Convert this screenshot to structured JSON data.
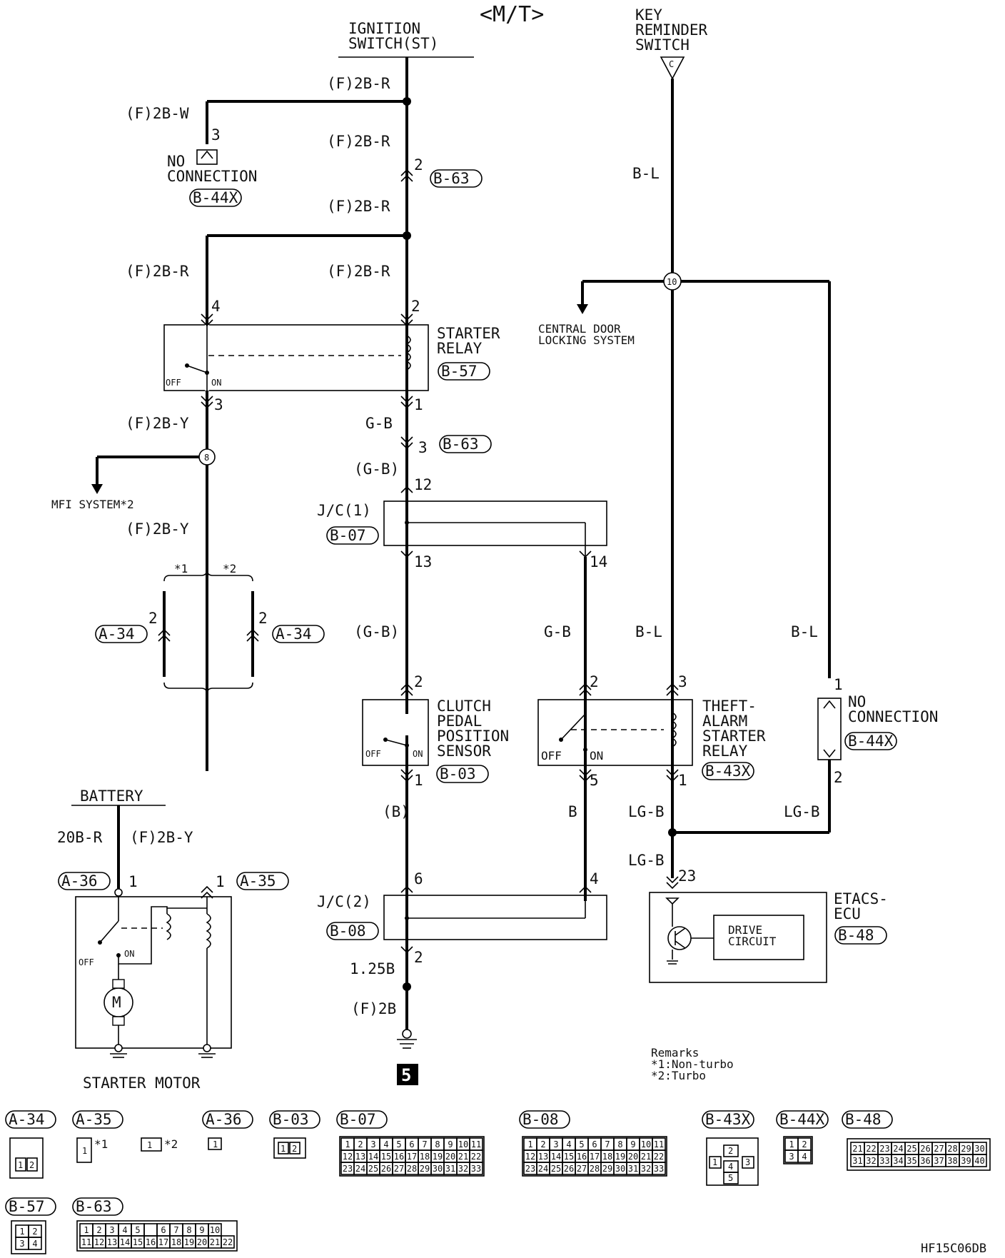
{
  "title": "<M/T>",
  "figure_code": "HF15C06DB",
  "ground_number": "5",
  "labels": {
    "ignition_switch": "IGNITION\nSWITCH(ST)",
    "key_reminder_switch": "KEY\nREMINDER\nSWITCH",
    "key_reminder_terminal": "C",
    "no_connection_top": "NO\nCONNECTION",
    "no_connection_right": "NO\nCONNECTION",
    "starter_relay": "STARTER\nRELAY",
    "central_door_locking": "CENTRAL DOOR\nLOCKING SYSTEM",
    "mfi_system": "MFI SYSTEM*2",
    "jc1": "J/C(1)",
    "jc2": "J/C(2)",
    "clutch_sensor": "CLUTCH\nPEDAL\nPOSITION\nSENSOR",
    "theft_alarm_relay": "THEFT-\nALARM\nSTARTER\nRELAY",
    "battery": "BATTERY",
    "starter_motor": "STARTER MOTOR",
    "etacs_ecu": "ETACS-\nECU",
    "drive_circuit": "DRIVE\nCIRCUIT",
    "off": "OFF",
    "on": "ON",
    "motor_symbol": "M",
    "star1": "*1",
    "star2": "*2",
    "remarks": "Remarks\n*1:Non-turbo\n*2:Turbo"
  },
  "wires": {
    "f2br": "(F)2B-R",
    "f2bw": "(F)2B-W",
    "f2by": "(F)2B-Y",
    "gb": "G-B",
    "gb_paren": "(G-B)",
    "bl": "B-L",
    "b_paren": "(B)",
    "b": "B",
    "lgb": "LG-B",
    "w125b": "1.25B",
    "f2b": "(F)2B",
    "w20br": "20B-R"
  },
  "pins": {
    "p1": "1",
    "p2": "2",
    "p3": "3",
    "p4": "4",
    "p5": "5",
    "p6": "6",
    "p10": "10",
    "p8": "8",
    "p12": "12",
    "p13": "13",
    "p14": "14",
    "p23": "23"
  },
  "connectors": {
    "b44x": "B-44X",
    "b63": "B-63",
    "b57": "B-57",
    "b07": "B-07",
    "b08": "B-08",
    "b03": "B-03",
    "b43x": "B-43X",
    "b48": "B-48",
    "a34": "A-34",
    "a35": "A-35",
    "a36": "A-36"
  },
  "connector_pinouts": {
    "b07_rows": [
      [
        "1",
        "2",
        "3",
        "4",
        "5",
        "6",
        "7",
        "8",
        "9",
        "10",
        "11"
      ],
      [
        "12",
        "13",
        "14",
        "15",
        "16",
        "17",
        "18",
        "19",
        "20",
        "21",
        "22"
      ],
      [
        "23",
        "24",
        "25",
        "26",
        "27",
        "28",
        "29",
        "30",
        "31",
        "32",
        "33"
      ]
    ],
    "b08_rows": [
      [
        "1",
        "2",
        "3",
        "4",
        "5",
        "6",
        "7",
        "8",
        "9",
        "10",
        "11"
      ],
      [
        "12",
        "13",
        "14",
        "15",
        "16",
        "17",
        "18",
        "19",
        "20",
        "21",
        "22"
      ],
      [
        "23",
        "24",
        "25",
        "26",
        "27",
        "28",
        "29",
        "30",
        "31",
        "32",
        "33"
      ]
    ],
    "b48_rows": [
      [
        "21",
        "22",
        "23",
        "24",
        "25",
        "26",
        "27",
        "28",
        "29",
        "30"
      ],
      [
        "31",
        "32",
        "33",
        "34",
        "35",
        "36",
        "37",
        "38",
        "39",
        "40"
      ]
    ],
    "b63_rows": [
      [
        "1",
        "2",
        "3",
        "4",
        "5",
        "",
        "6",
        "7",
        "8",
        "9",
        "10"
      ],
      [
        "11",
        "12",
        "13",
        "14",
        "15",
        "16",
        "17",
        "18",
        "19",
        "20",
        "21",
        "22"
      ]
    ],
    "b44x_rows": [
      [
        "1",
        "2"
      ],
      [
        "3",
        "4"
      ]
    ],
    "b57_rows": [
      [
        "1",
        "2"
      ],
      [
        "3",
        "4"
      ]
    ],
    "a34_pins": [
      "1",
      "2"
    ],
    "a35_pin": "1",
    "a35_alt_pin": "1",
    "a36_pin": "1",
    "b03_pins": [
      "1",
      "2"
    ],
    "b43x_pins": [
      "2",
      "1",
      "4",
      "3",
      "5"
    ]
  }
}
